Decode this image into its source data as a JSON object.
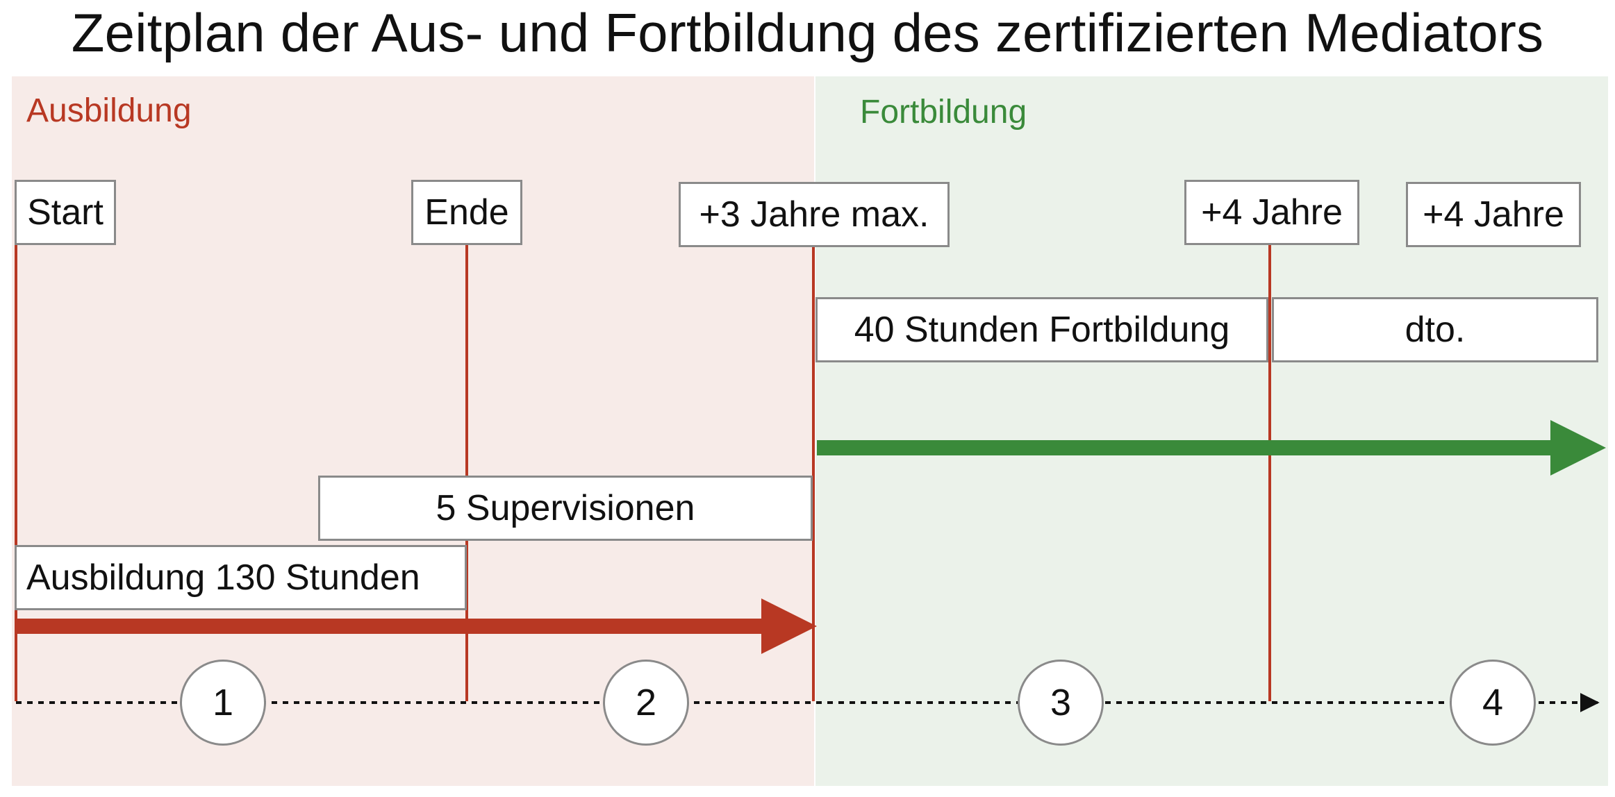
{
  "title": "Zeitplan der Aus- und Fortbildung des zertifizierten Mediators",
  "colors": {
    "ausbildung_bg": "#f7ebe8",
    "fortbildung_bg": "#ebf2ea",
    "red": "#b83823",
    "green": "#3a8a3a",
    "box_border": "#8a8a8a"
  },
  "zones": {
    "ausbildung": "Ausbildung",
    "fortbildung": "Fortbildung"
  },
  "milestones": {
    "start": "Start",
    "ende": "Ende",
    "plus3": "+3 Jahre max.",
    "plus4_a": "+4 Jahre",
    "plus4_b": "+4 Jahre"
  },
  "bars": {
    "fortbildung_40": "40 Stunden Fortbildung",
    "dto": "dto.",
    "supervisionen": "5 Supervisionen",
    "ausbildung_130": "Ausbildung 130 Stunden"
  },
  "phases": [
    "1",
    "2",
    "3",
    "4"
  ]
}
